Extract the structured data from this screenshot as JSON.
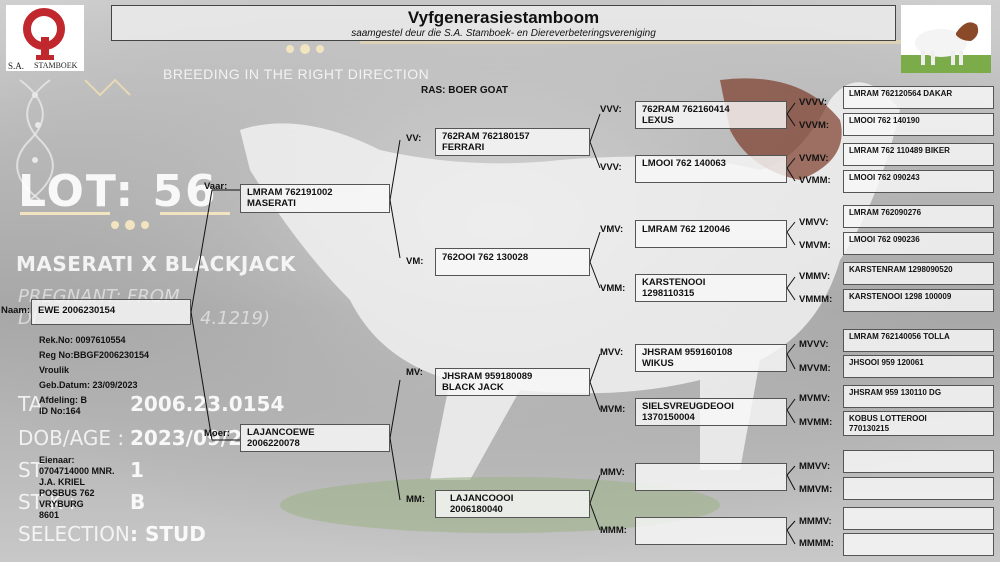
{
  "header": {
    "title": "Vyfgenerasiestamboom",
    "subtitle": "saamgestel deur die S.A. Stamboek- en Diereverbeteringsvereniging",
    "logo_text": "STAMBOEK",
    "logo_prefix": "S.A.",
    "tagline": "BREEDING IN THE RIGHT DIRECTION"
  },
  "breed": "RAS: BOER GOAT",
  "background": {
    "lot": "LOT: 56",
    "cross": "MASERATI X BLACKJACK",
    "pregnant": "PREGNANT: FROM",
    "pregnant2": "DI",
    "pregnant_tail": "4.1219)",
    "rows": [
      {
        "label": "TA",
        "value": "2006.23.0154"
      },
      {
        "label": "DOB/AGE :",
        "value": "2023/09/2"
      },
      {
        "label": "ST",
        "value": "1"
      },
      {
        "label": "ST      K :",
        "value": "B"
      },
      {
        "label": "SELECTION",
        "value": ": STUD"
      }
    ]
  },
  "animal": {
    "name_label": "Naam:",
    "name": "EWE 2006230154",
    "details": [
      "Rek.No: 0097610554",
      "Reg No:BBGF2006230154",
      "Vroulik",
      "Geb.Datum: 23/09/2023",
      "Afdeling: B",
      "ID No:164"
    ],
    "owner_lines": [
      "Eienaar:",
      "0704714000 MNR.",
      "J.A. KRIEL",
      "POSBUS 762",
      "VRYBURG",
      "8601"
    ]
  },
  "gen1": [
    {
      "label": "Vaar:",
      "lines": [
        "LMRAM 762191002",
        "MASERATI"
      ]
    },
    {
      "label": "Moer:",
      "lines": [
        "LAJANCOEWE",
        "2006220078"
      ]
    }
  ],
  "gen2": [
    {
      "label": "VV:",
      "lines": [
        "762RAM 762180157",
        "FERRARI"
      ]
    },
    {
      "label": "VM:",
      "lines": [
        "762OOI 762 130028"
      ]
    },
    {
      "label": "MV:",
      "lines": [
        "JHSRAM 959180089",
        "BLACK JACK"
      ]
    },
    {
      "label": "MM:",
      "lines": [
        "LAJANCOOOI",
        "2006180040"
      ]
    }
  ],
  "gen3": [
    {
      "label": "VVV:",
      "lines": [
        "762RAM 762160414",
        "LEXUS"
      ]
    },
    {
      "label": "VVV:",
      "lines": [
        "LMOOI 762 140063"
      ]
    },
    {
      "label": "VMV:",
      "lines": [
        "LMRAM 762 120046"
      ]
    },
    {
      "label": "VMM:",
      "lines": [
        "KARSTENOOI",
        "1298110315"
      ]
    },
    {
      "label": "MVV:",
      "lines": [
        "JHSRAM 959160108",
        "WIKUS"
      ]
    },
    {
      "label": "MVM:",
      "lines": [
        "SIELSVREUGDEOOI",
        "1370150004"
      ]
    },
    {
      "label": "MMV:",
      "lines": []
    },
    {
      "label": "MMM:",
      "lines": []
    }
  ],
  "gen4": [
    {
      "label": "VVVV:",
      "lines": [
        "LMRAM 762120564 DAKAR"
      ]
    },
    {
      "label": "VVVM:",
      "lines": [
        "LMOOI 762 140190"
      ]
    },
    {
      "label": "VVMV:",
      "lines": [
        "LMRAM 762 110489 BIKER"
      ]
    },
    {
      "label": "VVMM:",
      "lines": [
        "LMOOI 762 090243"
      ]
    },
    {
      "label": "VMVV:",
      "lines": [
        "LMRAM 762090276"
      ]
    },
    {
      "label": "VMVM:",
      "lines": [
        "LMOOI 762 090236"
      ]
    },
    {
      "label": "VMMV:",
      "lines": [
        "KARSTENRAM 1298090520"
      ]
    },
    {
      "label": "VMMM:",
      "lines": [
        "KARSTENOOI 1298 100009"
      ]
    },
    {
      "label": "MVVV:",
      "lines": [
        "LMRAM 762140056 TOLLA"
      ]
    },
    {
      "label": "MVVM:",
      "lines": [
        "JHSOOI 959 120061"
      ]
    },
    {
      "label": "MVMV:",
      "lines": [
        "JHSRAM 959 130110 DG"
      ]
    },
    {
      "label": "MVMM:",
      "lines": [
        "KOBUS LOTTEROOI",
        "770130215"
      ]
    },
    {
      "label": "MMVV:",
      "lines": []
    },
    {
      "label": "MMVM:",
      "lines": []
    },
    {
      "label": "MMMV:",
      "lines": []
    },
    {
      "label": "MMMM:",
      "lines": []
    }
  ]
}
